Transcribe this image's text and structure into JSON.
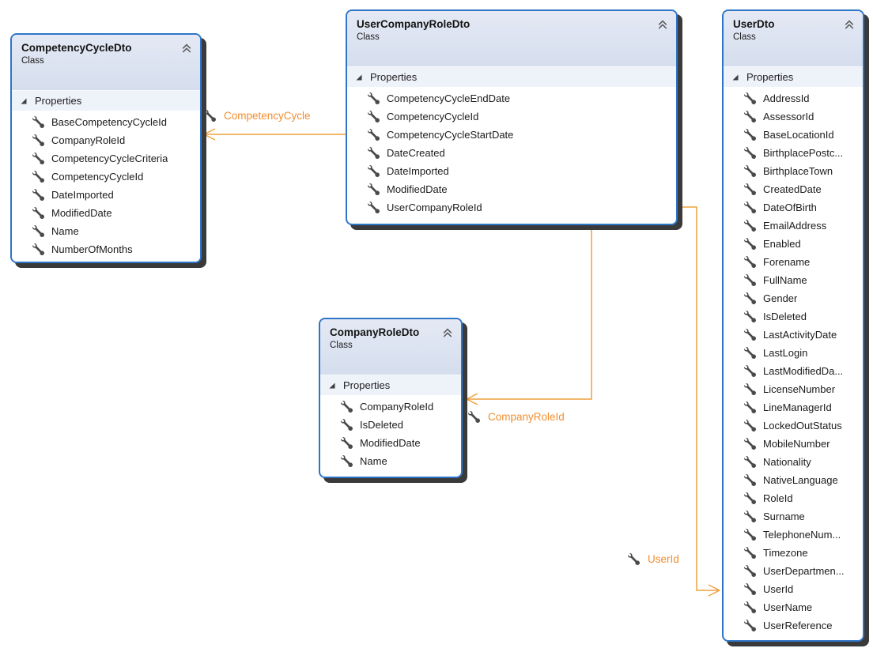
{
  "classes": [
    {
      "title": "CompetencyCycleDto",
      "stereotype": "Class",
      "section_label": "Properties",
      "properties": [
        "BaseCompetencyCycleId",
        "CompanyRoleId",
        "CompetencyCycleCriteria",
        "CompetencyCycleId",
        "DateImported",
        "ModifiedDate",
        "Name",
        "NumberOfMonths"
      ]
    },
    {
      "title": "UserCompanyRoleDto",
      "stereotype": "Class",
      "section_label": "Properties",
      "properties": [
        "CompetencyCycleEndDate",
        "CompetencyCycleId",
        "CompetencyCycleStartDate",
        "DateCreated",
        "DateImported",
        "ModifiedDate",
        "UserCompanyRoleId"
      ]
    },
    {
      "title": "CompanyRoleDto",
      "stereotype": "Class",
      "section_label": "Properties",
      "properties": [
        "CompanyRoleId",
        "IsDeleted",
        "ModifiedDate",
        "Name"
      ]
    },
    {
      "title": "UserDto",
      "stereotype": "Class",
      "section_label": "Properties",
      "properties": [
        "AddressId",
        "AssessorId",
        "BaseLocationId",
        "BirthplacePostc...",
        "BirthplaceTown",
        "CreatedDate",
        "DateOfBirth",
        "EmailAddress",
        "Enabled",
        "Forename",
        "FullName",
        "Gender",
        "IsDeleted",
        "LastActivityDate",
        "LastLogin",
        "LastModifiedDa...",
        "LicenseNumber",
        "LineManagerId",
        "LockedOutStatus",
        "MobileNumber",
        "Nationality",
        "NativeLanguage",
        "RoleId",
        "Surname",
        "TelephoneNum...",
        "Timezone",
        "UserDepartmen...",
        "UserId",
        "UserName",
        "UserReference"
      ]
    }
  ],
  "connectors": [
    {
      "label": "CompetencyCycle"
    },
    {
      "label": "CompanyRoleId"
    },
    {
      "label": "UserId"
    }
  ],
  "icons": {
    "collapse": "double-chevron-up",
    "expander": "expanded-triangle-lower-right",
    "property": "wrench"
  },
  "colors": {
    "connector-line": "#eda23f",
    "connector-text": "#f18e2f",
    "box-border": "#2e75c8",
    "box-shadow": "#3a3a3a",
    "header-top": "#e4e9f4",
    "header-bottom": "#d5deee",
    "section-bg": "#eef2f9"
  }
}
